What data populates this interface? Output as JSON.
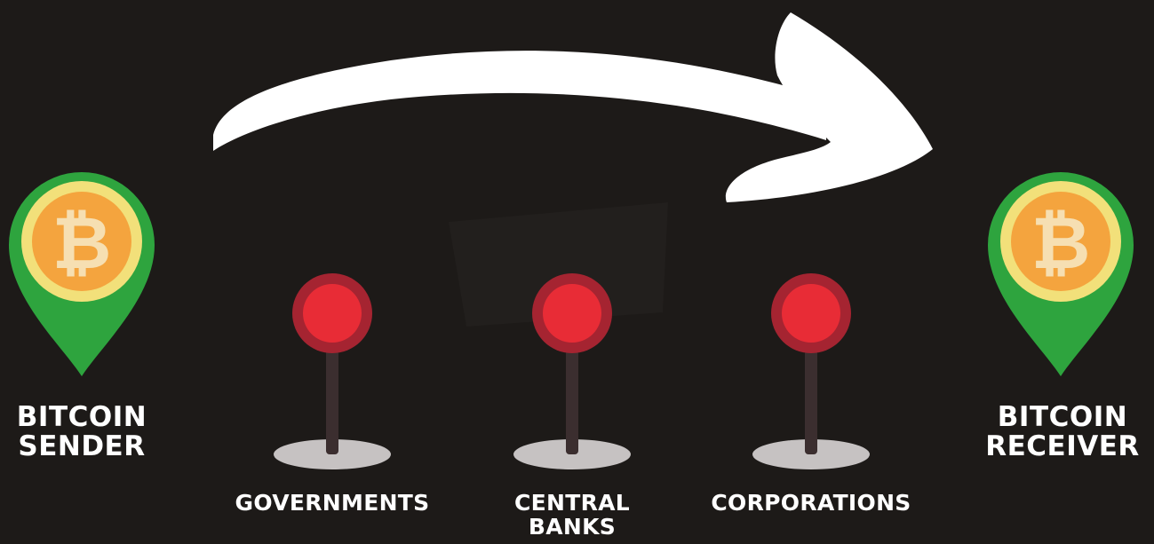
{
  "sender": {
    "line1": "BITCOIN",
    "line2": "SENDER"
  },
  "receiver": {
    "line1": "BITCOIN",
    "line2": "RECEIVER"
  },
  "intermediaries": [
    {
      "line1": "GOVERNMENTS"
    },
    {
      "line1": "CENTRAL",
      "line2": "BANKS"
    },
    {
      "line1": "CORPORATIONS"
    }
  ],
  "coin_symbol": "₿",
  "colors": {
    "background": "#1d1a18",
    "pin_green": "#2ea43e",
    "ring_yellow": "#f2e07a",
    "coin_orange": "#f4a43e",
    "coin_symbol": "#f6dfb2",
    "button_red": "#e82c36",
    "button_rim": "#a52431",
    "post": "#3b2e2f",
    "base": "#c6c2c2",
    "arrow": "#ffffff"
  }
}
